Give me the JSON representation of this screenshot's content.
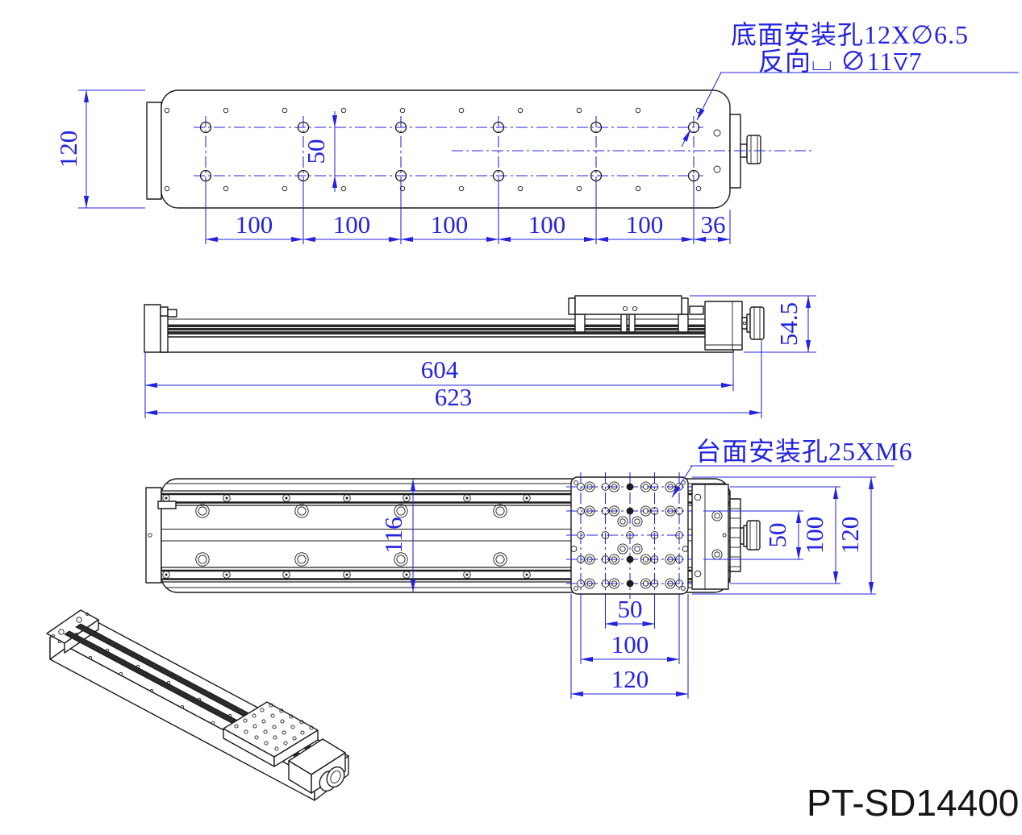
{
  "product_code": "PT-SD14400",
  "annotations": {
    "base_holes_line1": "底面安装孔12X∅6.5",
    "base_holes_line2": "反向⌴ ∅11⊽7",
    "table_holes": "台面安装孔25XM6"
  },
  "views": {
    "top": {
      "overall_width": "120",
      "hole_row_spacing": "50",
      "pitch": [
        "100",
        "100",
        "100",
        "100",
        "100",
        "36"
      ]
    },
    "side": {
      "body_length": "604",
      "overall_length": "623",
      "overall_height": "54.5"
    },
    "plan": {
      "body_width": "116",
      "right_dims": [
        "50",
        "100",
        "120"
      ],
      "bottom_dims": [
        "50",
        "100",
        "120"
      ]
    }
  },
  "colors": {
    "dimension_blue": "#2323e0",
    "drawing_black": "#1c1c1c"
  }
}
